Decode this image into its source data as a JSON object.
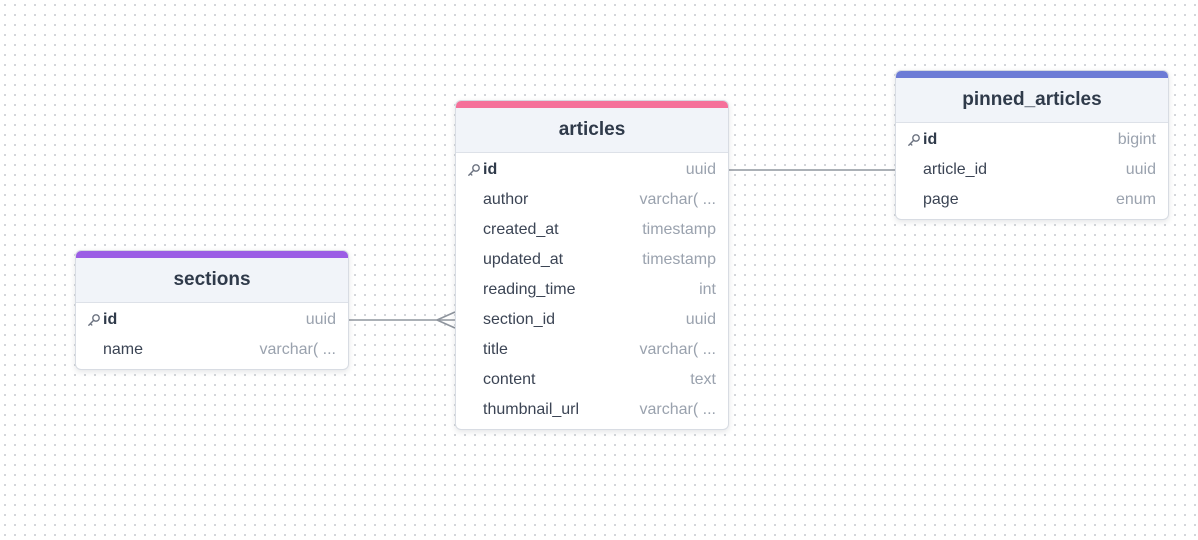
{
  "tables": [
    {
      "id": "articles",
      "title": "articles",
      "accent": "#f5709a",
      "columns": [
        {
          "name": "id",
          "type": "uuid",
          "pk": true
        },
        {
          "name": "author",
          "type": "varchar( ..."
        },
        {
          "name": "created_at",
          "type": "timestamp"
        },
        {
          "name": "updated_at",
          "type": "timestamp"
        },
        {
          "name": "reading_time",
          "type": "int"
        },
        {
          "name": "section_id",
          "type": "uuid"
        },
        {
          "name": "title",
          "type": "varchar( ..."
        },
        {
          "name": "content",
          "type": "text"
        },
        {
          "name": "thumbnail_url",
          "type": "varchar( ..."
        }
      ]
    },
    {
      "id": "sections",
      "title": "sections",
      "accent": "#9b5de5",
      "columns": [
        {
          "name": "id",
          "type": "uuid",
          "pk": true
        },
        {
          "name": "name",
          "type": "varchar( ..."
        }
      ]
    },
    {
      "id": "pinned_articles",
      "title": "pinned_articles",
      "accent": "#6c7bd6",
      "columns": [
        {
          "name": "id",
          "type": "bigint",
          "pk": true
        },
        {
          "name": "article_id",
          "type": "uuid"
        },
        {
          "name": "page",
          "type": "enum"
        }
      ]
    }
  ],
  "relations": [
    {
      "from": "sections.id",
      "to": "articles.section_id",
      "end": "many"
    },
    {
      "from": "articles.id",
      "to": "pinned_articles.article_id",
      "end": "one"
    }
  ],
  "icons": {
    "primary_key": "key-icon"
  },
  "colors": {
    "line": "#8f959e",
    "dots": "#c9ccd1"
  }
}
